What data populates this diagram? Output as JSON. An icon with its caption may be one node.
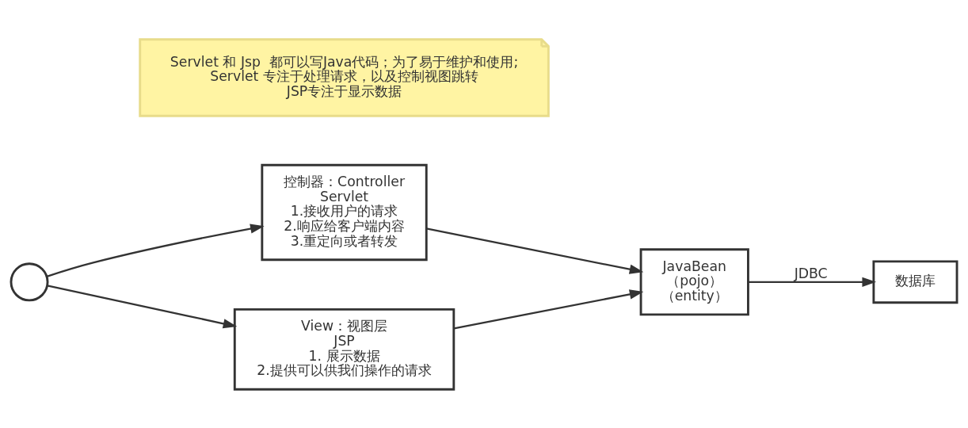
{
  "diagram": {
    "nodes": [
      {
        "text": [
          "Servlet 和 Jsp  都可以写Java代码；为了易于维护和使用;",
          "Servlet 专注于处理请求，以及控制视图跳转",
          "JSP专注于显示数据"
        ]
      },
      {
        "text": [],
        "shape": "person"
      },
      {
        "text": [
          "控制器：Controller",
          "Servlet",
          "1.接收用户的请求",
          "2.响应给客户端内容",
          "3.重定向或者转发"
        ]
      },
      {
        "text": [
          "View：视图层",
          "JSP",
          "1. 展示数据",
          "2.提供可以供我们操作的请求"
        ]
      },
      {
        "text": [
          "JavaBean",
          "（pojo）",
          "（entity）"
        ]
      },
      {
        "text": [
          "数据库"
        ]
      }
    ],
    "edges": [
      {
        "from": 1,
        "to": 2,
        "arrow": "to"
      },
      {
        "from": 1,
        "to": 3,
        "arrow": "to"
      },
      {
        "from": 2,
        "to": 4,
        "arrow": "to"
      },
      {
        "from": 3,
        "to": 4,
        "arrow": "to"
      },
      {
        "from": 4,
        "to": 5,
        "arrow": "to",
        "label": "JDBC"
      }
    ]
  }
}
